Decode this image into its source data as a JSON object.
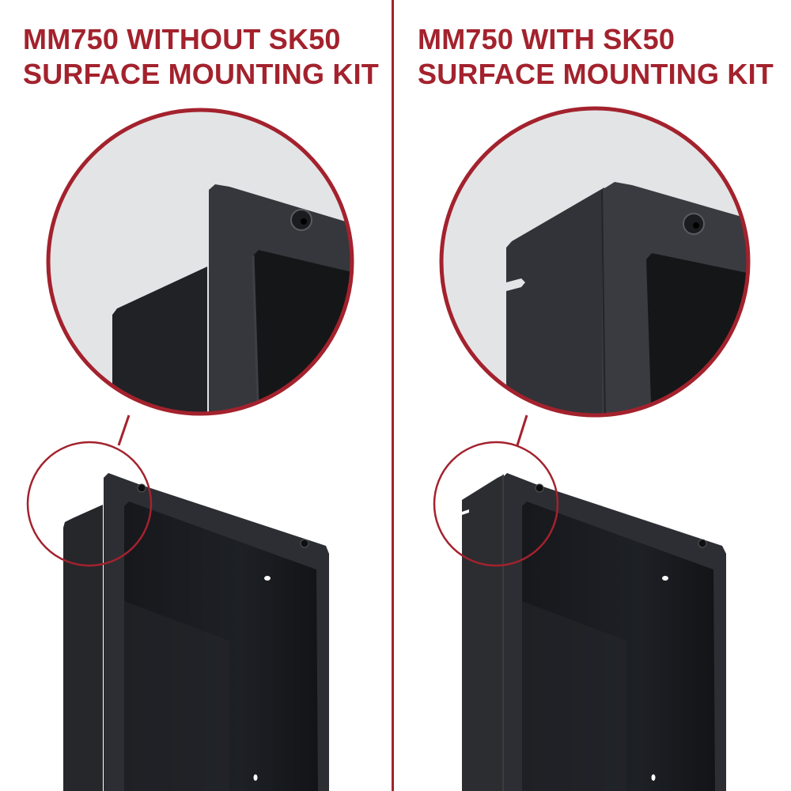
{
  "colors": {
    "accent": "#a3222d",
    "background": "#ffffff",
    "magnifier_bg": "#e3e4e6",
    "enclosure_dark": "#1c1e22",
    "enclosure_flange": "#2f3136"
  },
  "panels": [
    {
      "id": "without-kit",
      "title_line1": "MM750 WITHOUT SK50",
      "title_line2": "SURFACE MOUNTING KIT",
      "magnifier": "zoomed-corner-detail",
      "product": "in-wall-enclosure-flange-exposed"
    },
    {
      "id": "with-kit",
      "title_line1": "MM750 WITH SK50",
      "title_line2": "SURFACE MOUNTING KIT",
      "magnifier": "zoomed-corner-detail",
      "product": "enclosure-with-surface-mount-collar"
    }
  ]
}
